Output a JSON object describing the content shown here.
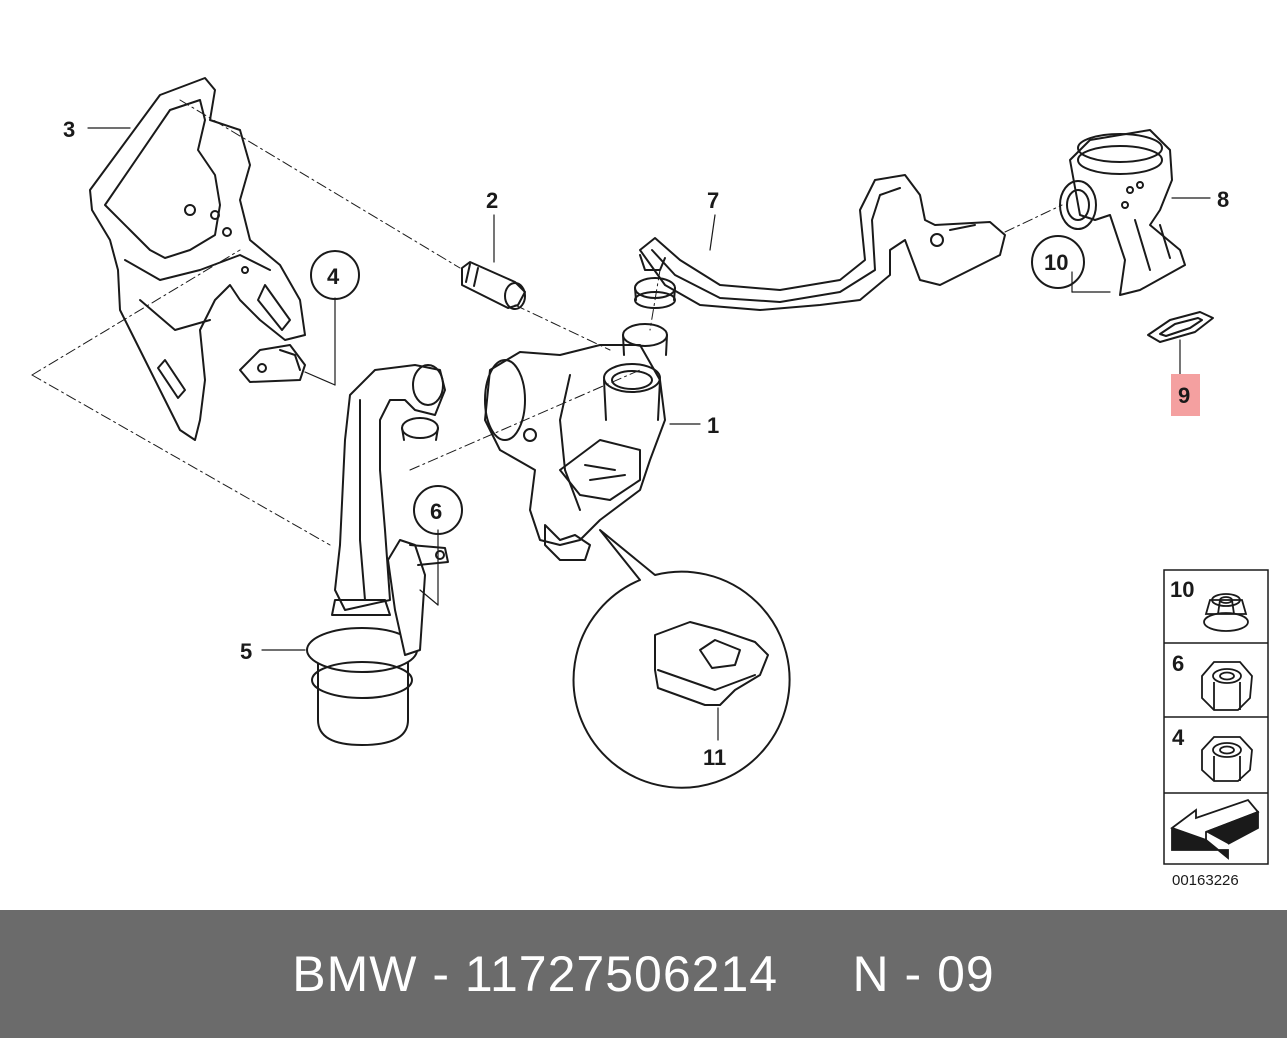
{
  "callouts": {
    "c1": "1",
    "c2": "2",
    "c3": "3",
    "c4": "4",
    "c5": "5",
    "c6": "6",
    "c7": "7",
    "c8": "8",
    "c9": "9",
    "c10": "10",
    "c11": "11"
  },
  "highlight": {
    "part": "9",
    "color": "#f4a0a0"
  },
  "legend": {
    "items": [
      {
        "label": "10",
        "icon": "flange-nut-icon"
      },
      {
        "label": "6",
        "icon": "hex-nut-icon"
      },
      {
        "label": "4",
        "icon": "hex-nut-icon"
      }
    ],
    "arrow_icon": "direction-arrow-icon"
  },
  "doc_number": "00163226",
  "footer": {
    "text": "BMW - 11727506214     N - 09",
    "background": "#6b6b6b"
  }
}
